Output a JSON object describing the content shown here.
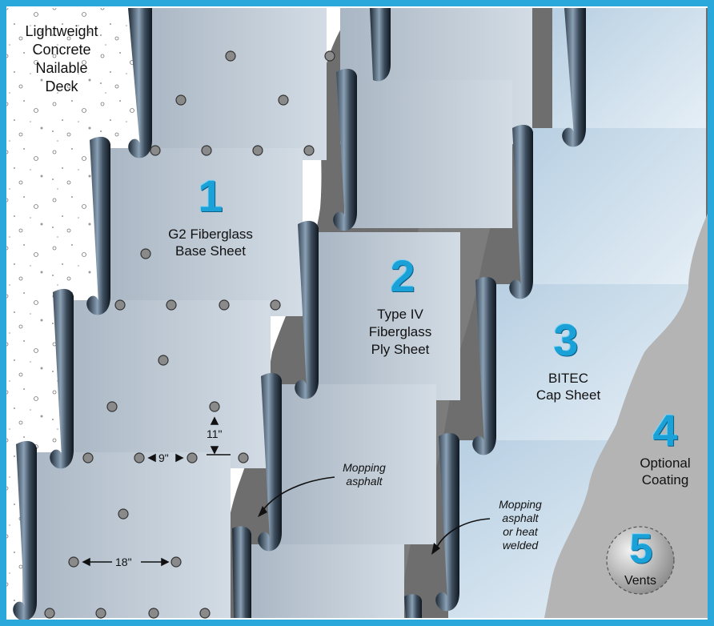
{
  "deck": {
    "label_lines": [
      "Lightweight",
      "Concrete",
      "Nailable",
      "Deck"
    ]
  },
  "layers": [
    {
      "number": "1",
      "name_lines": [
        "G2 Fiberglass",
        "Base Sheet"
      ]
    },
    {
      "number": "2",
      "name_lines": [
        "Type IV",
        "Fiberglass",
        "Ply Sheet"
      ]
    },
    {
      "number": "3",
      "name_lines": [
        "BITEC",
        "Cap Sheet"
      ]
    },
    {
      "number": "4",
      "name_lines": [
        "Optional",
        "Coating"
      ]
    },
    {
      "number": "5",
      "name_lines": [
        "Vents"
      ]
    }
  ],
  "notes": {
    "mopping_1": [
      "Mopping",
      "asphalt"
    ],
    "mopping_2": [
      "Mopping",
      "asphalt",
      "or heat",
      "welded"
    ]
  },
  "dimensions": {
    "vertical": "11\"",
    "horizontal_small": "9\"",
    "horizontal_large": "18\""
  },
  "colors": {
    "frame": "#2aa8dc",
    "accent_number": "#1aa1d8",
    "concrete": "#ffffff",
    "asphalt": "#6e6e6e",
    "sheet": "#c3cfda",
    "coating": "#b4b4b4"
  }
}
